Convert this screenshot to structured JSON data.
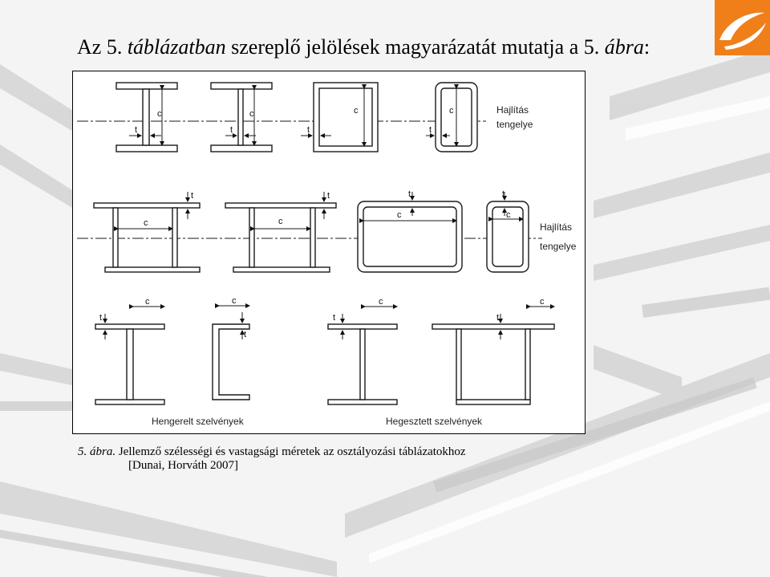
{
  "slide": {
    "title_prefix": "Az 5.",
    "title_italic": "táblázatban",
    "title_middle": "szereplő jelölések magyarázatát mutatja a 5.",
    "title_italic2": "ábra",
    "title_suffix": ":"
  },
  "figure": {
    "labels": {
      "c": "c",
      "t": "t",
      "axis_line1": "Hajlítás",
      "axis_line2": "tengelye",
      "rolled": "Hengerelt szelvények",
      "welded": "Hegesztett szelvények"
    }
  },
  "caption": {
    "prefix": "5. ábra.",
    "text": "Jellemző szélességi és vastagsági méretek az osztályozási táblázatokhoz",
    "source": "[Dunai, Horváth 2007]"
  },
  "colors": {
    "logo_orange": "#f07f1a",
    "background_grey": "#d9d9d9"
  }
}
